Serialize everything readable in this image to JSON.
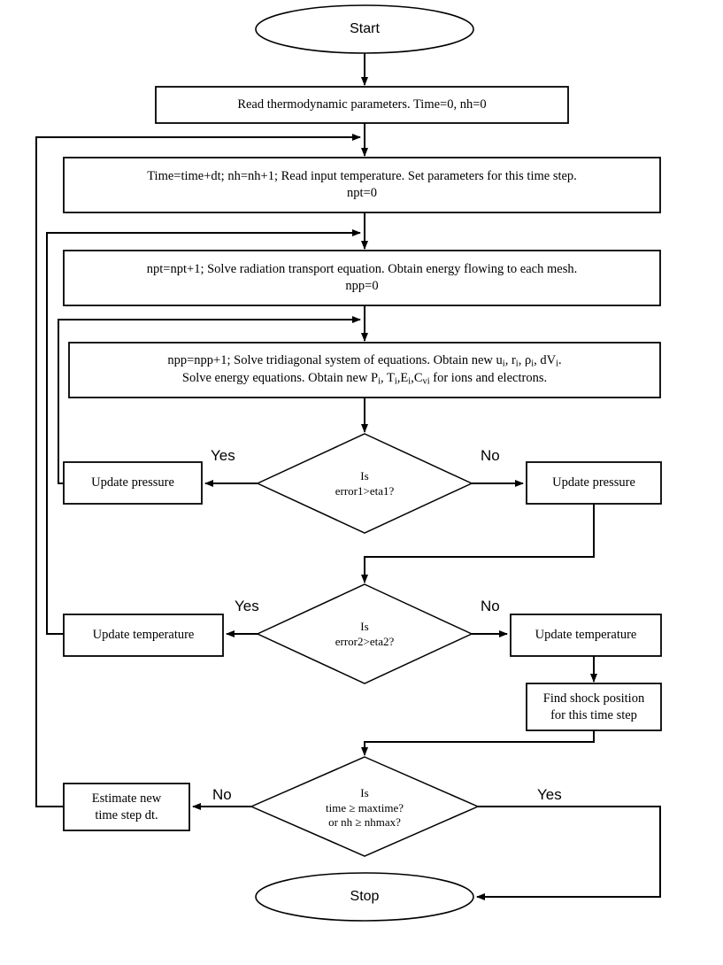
{
  "diagram": {
    "title": "Radiation hydrodynamics simulation flowchart",
    "stroke_color": "#000000",
    "background_color": "#ffffff",
    "nodes": {
      "start": {
        "label": "Start",
        "shape": "terminator"
      },
      "read_params": {
        "label": "Read thermodynamic parameters. Time=0, nh=0",
        "shape": "process"
      },
      "time_step": {
        "line1": "Time=time+dt; nh=nh+1; Read input temperature.  Set parameters for this time step.",
        "line2": "npt=0",
        "shape": "process"
      },
      "radiation": {
        "line1": "npt=npt+1; Solve radiation transport equation. Obtain energy flowing to each mesh.",
        "line2": "npp=0",
        "shape": "process"
      },
      "tridiagonal": {
        "line1_a": "npp=npp+1; Solve tridiagonal system of equations.  Obtain new u",
        "line1_b": ", r",
        "line1_c": ", ρ",
        "line1_d": ", dV",
        "line1_e": ".",
        "line2_a": "Solve energy equations. Obtain new P",
        "line2_b": ", T",
        "line2_c": ",E",
        "line2_d": ",C",
        "line2_e": " for ions and electrons.",
        "sub_i": "i",
        "sub_vi": "vi",
        "shape": "process"
      },
      "decision1": {
        "line1": "Is",
        "line2": "error1>eta1?",
        "shape": "decision"
      },
      "update_pressure_left": {
        "label": "Update pressure",
        "shape": "process"
      },
      "update_pressure_right": {
        "label": "Update pressure",
        "shape": "process"
      },
      "decision2": {
        "line1": "Is",
        "line2": "error2>eta2?",
        "shape": "decision"
      },
      "update_temperature_left": {
        "label": "Update temperature",
        "shape": "process"
      },
      "update_temperature_right": {
        "label": "Update temperature",
        "shape": "process"
      },
      "find_shock": {
        "line1": "Find shock position",
        "line2": "for this time step",
        "shape": "process"
      },
      "decision3": {
        "line1": "Is",
        "line2": "time ≥ maxtime?",
        "line3": "or nh ≥ nhmax?",
        "shape": "decision"
      },
      "estimate_dt": {
        "line1": "Estimate new",
        "line2": "time step dt.",
        "shape": "process"
      },
      "stop": {
        "label": "Stop",
        "shape": "terminator"
      }
    },
    "edge_labels": {
      "d1_yes": "Yes",
      "d1_no": "No",
      "d2_yes": "Yes",
      "d2_no": "No",
      "d3_no": "No",
      "d3_yes": "Yes"
    }
  }
}
